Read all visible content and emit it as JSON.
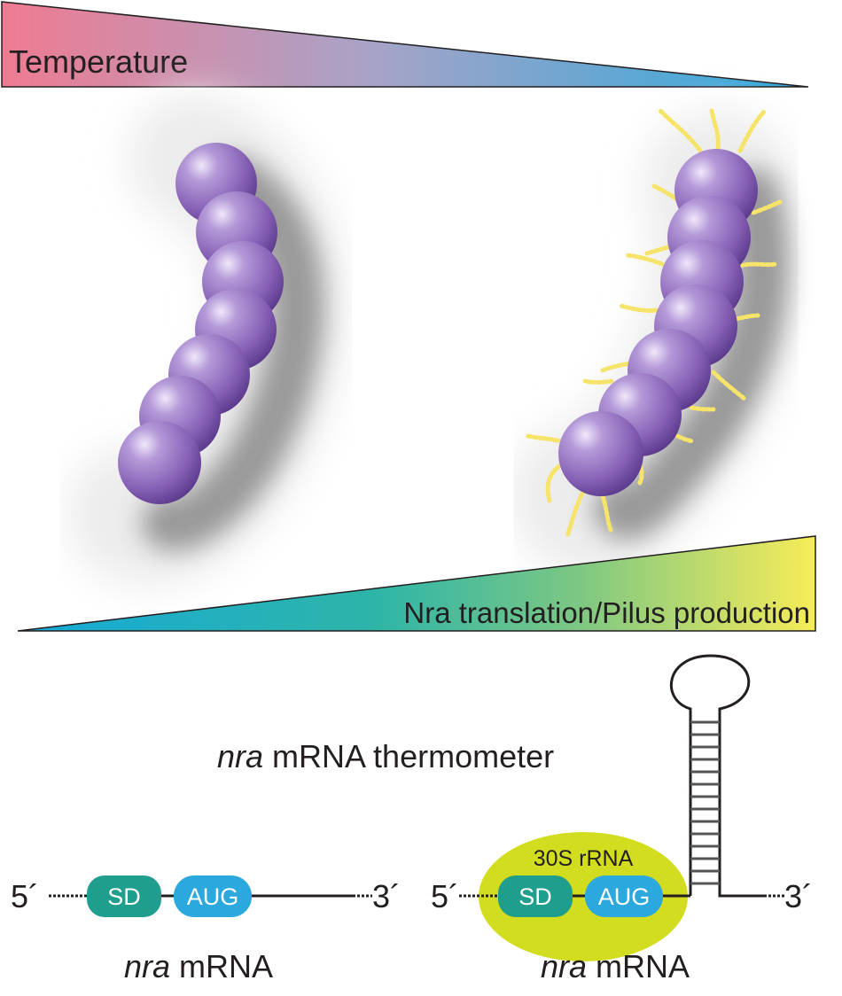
{
  "temperature_label": "Temperature",
  "production_label": "Nra translation/Pilus production",
  "thermometer_label": {
    "gene": "nra",
    "rest": " mRNA thermometer"
  },
  "left_mrna": {
    "five_prime": "5´",
    "three_prime": "3´",
    "sd_label": "SD",
    "aug_label": "AUG",
    "caption_gene": "nra",
    "caption_rest": " mRNA"
  },
  "right_mrna": {
    "five_prime": "5´",
    "three_prime": "3´",
    "sd_label": "SD",
    "aug_label": "AUG",
    "ribosome_label": "30S rRNA",
    "caption_gene": "nra",
    "caption_rest": " mRNA"
  },
  "colors": {
    "temp_hot": "#ee7b92",
    "temp_cold": "#2eaadc",
    "prod_low": "#16a9d8",
    "prod_mid": "#6cc38a",
    "prod_high": "#f7ec58",
    "sd_box": "#1f9d8d",
    "aug_box": "#2ba8dd",
    "ribosome": "#d2dd1f",
    "bacterium": "#8c68b8",
    "pilus": "#f6e46a"
  }
}
